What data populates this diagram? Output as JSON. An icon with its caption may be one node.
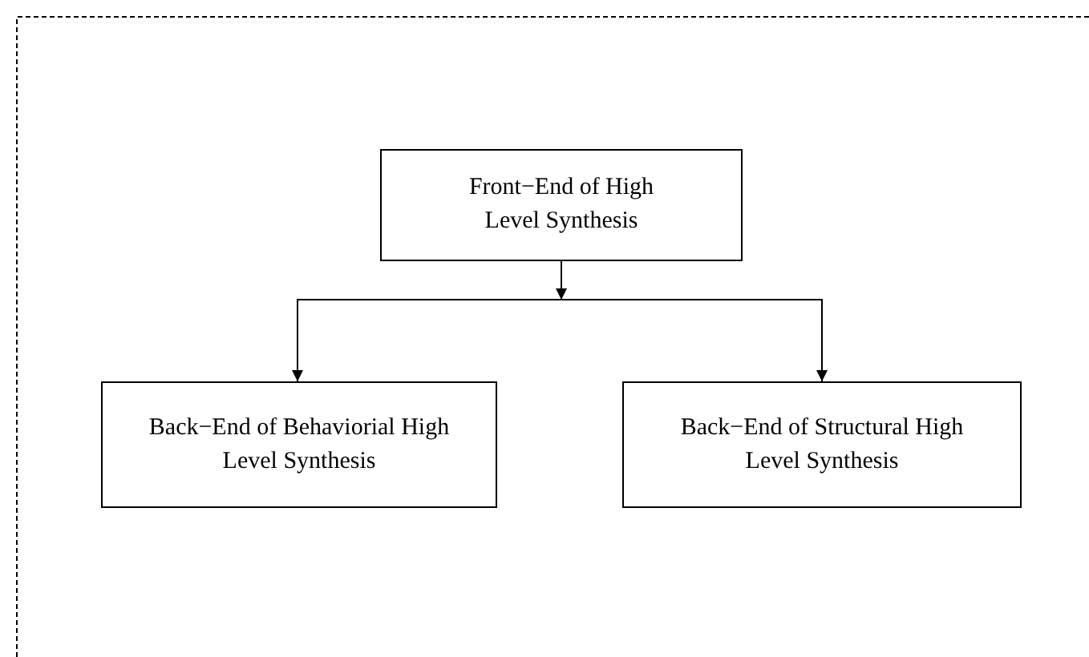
{
  "diagram": {
    "nodes": [
      {
        "text": [
          "Front−End of High Level Synthesis"
        ]
      },
      {
        "text": [
          "Back−End of Behaviorial High Level Synthesis"
        ]
      },
      {
        "text": [
          "Back−End of Structural High Level Synthesis"
        ]
      }
    ],
    "edges": [
      {
        "from": 0,
        "to": 1,
        "arrow": "to"
      },
      {
        "from": 0,
        "to": 2,
        "arrow": "to"
      }
    ]
  }
}
